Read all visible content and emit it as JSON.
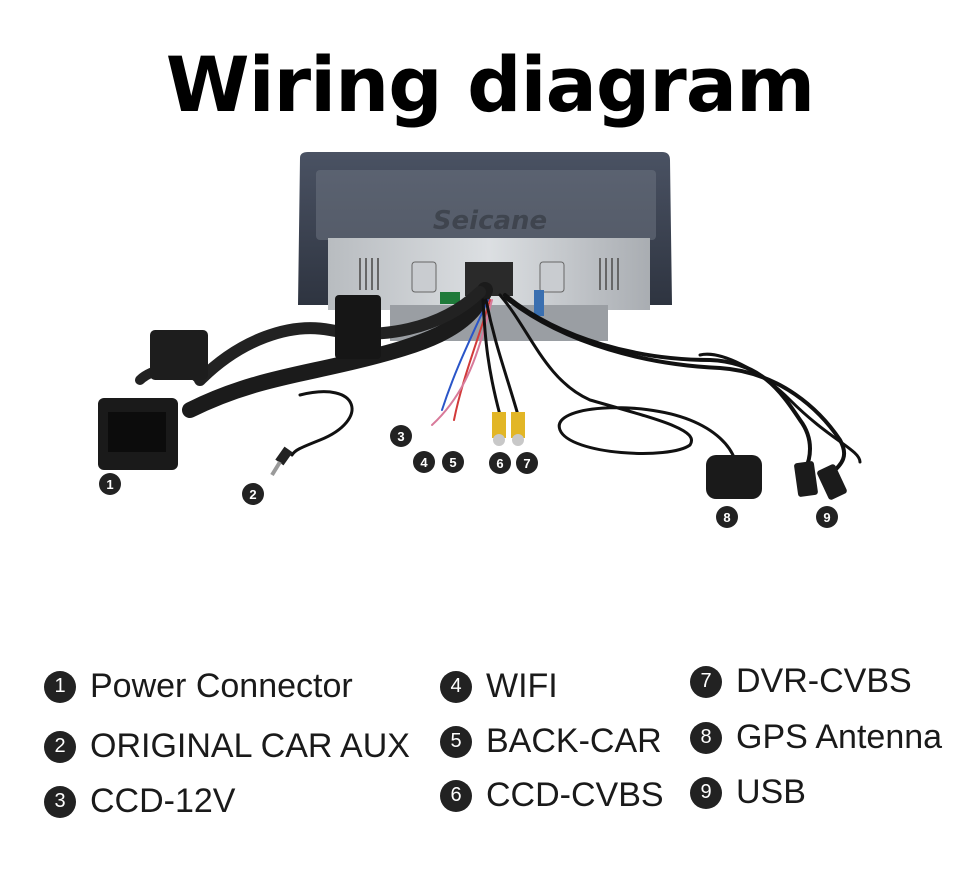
{
  "title": "Wiring diagram",
  "brand_logo": "Seicane",
  "callouts": [
    "1",
    "2",
    "3",
    "4",
    "5",
    "6",
    "7",
    "8",
    "9"
  ],
  "legend": [
    {
      "num": "1",
      "label": "Power Connector"
    },
    {
      "num": "2",
      "label": "ORIGINAL CAR AUX"
    },
    {
      "num": "3",
      "label": "CCD-12V"
    },
    {
      "num": "4",
      "label": "WIFI"
    },
    {
      "num": "5",
      "label": "BACK-CAR"
    },
    {
      "num": "6",
      "label": "CCD-CVBS"
    },
    {
      "num": "7",
      "label": "DVR-CVBS"
    },
    {
      "num": "8",
      "label": "GPS Antenna"
    },
    {
      "num": "9",
      "label": "USB"
    }
  ]
}
